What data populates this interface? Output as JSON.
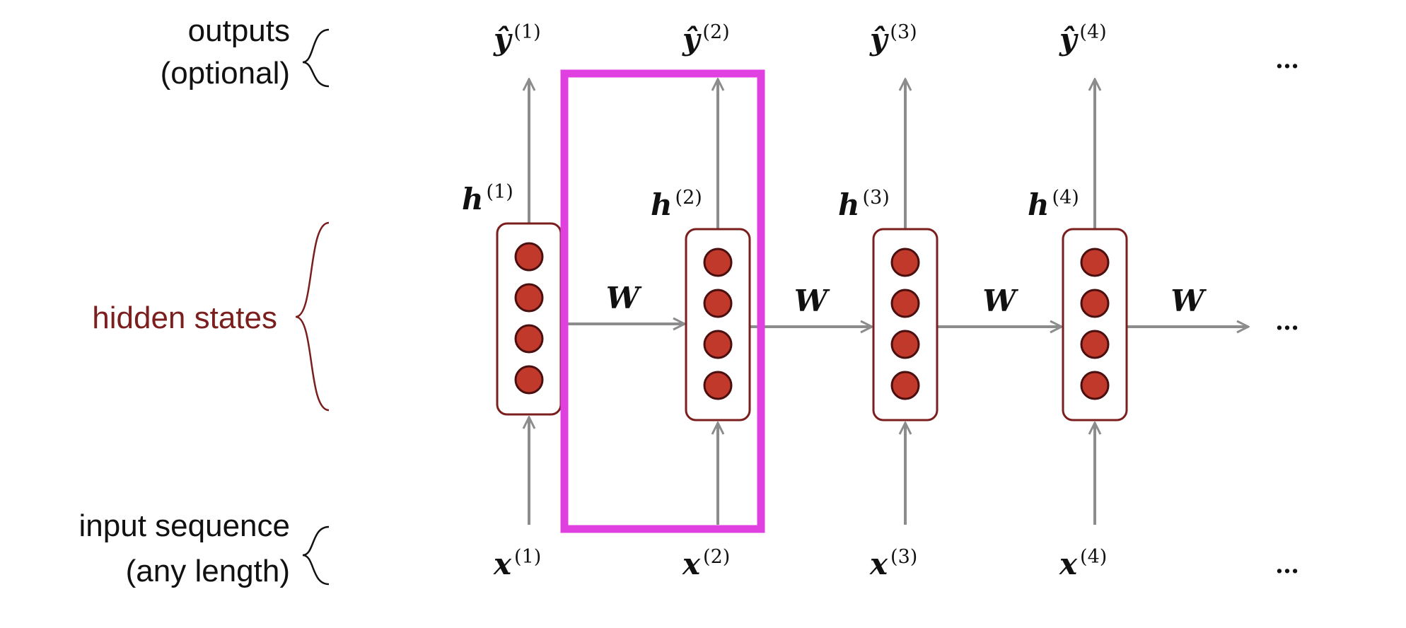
{
  "diagram": {
    "left_labels": {
      "outputs": [
        "outputs",
        "(optional)"
      ],
      "hidden": "hidden states",
      "inputs": [
        "input sequence",
        "(any length)"
      ]
    },
    "timesteps": [
      {
        "y_label": "ŷ",
        "h_label": "h",
        "x_label": "x",
        "index": "(1)"
      },
      {
        "y_label": "ŷ",
        "h_label": "h",
        "x_label": "x",
        "index": "(2)"
      },
      {
        "y_label": "ŷ",
        "h_label": "h",
        "x_label": "x",
        "index": "(3)"
      },
      {
        "y_label": "ŷ",
        "h_label": "h",
        "x_label": "x",
        "index": "(4)"
      }
    ],
    "weight_label": "W",
    "ellipsis": "…",
    "highlighted_timestep": 2,
    "colors": {
      "arrow": "#8c8c8c",
      "cell_border": "#7a1e1e",
      "neuron_fill": "#c0392b",
      "highlight": "#e040e0",
      "hidden_label": "#7a1e1e"
    }
  }
}
